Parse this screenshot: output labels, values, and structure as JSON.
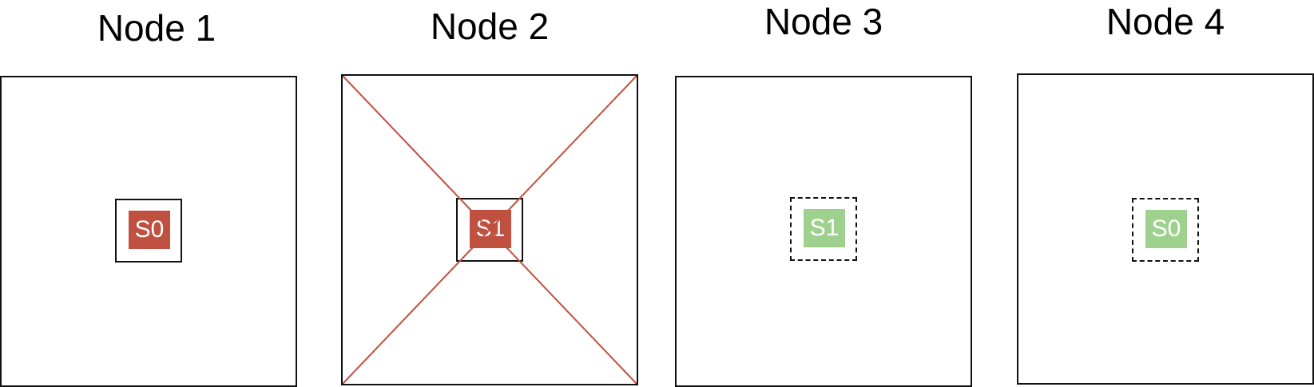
{
  "colors": {
    "primary": "#c0503f",
    "replica": "#9fd18e",
    "outline": "#111111",
    "cross": "#c0503f"
  },
  "nodes": [
    {
      "title": "Node 1",
      "shard": "S0",
      "role": "primary",
      "frame": "solid",
      "failed": false
    },
    {
      "title": "Node 2",
      "shard": "S1",
      "role": "primary",
      "frame": "solid",
      "failed": true
    },
    {
      "title": "Node 3",
      "shard": "S1",
      "role": "replica",
      "frame": "dashed",
      "failed": false
    },
    {
      "title": "Node 4",
      "shard": "S0",
      "role": "replica",
      "frame": "dashed",
      "failed": false
    }
  ]
}
